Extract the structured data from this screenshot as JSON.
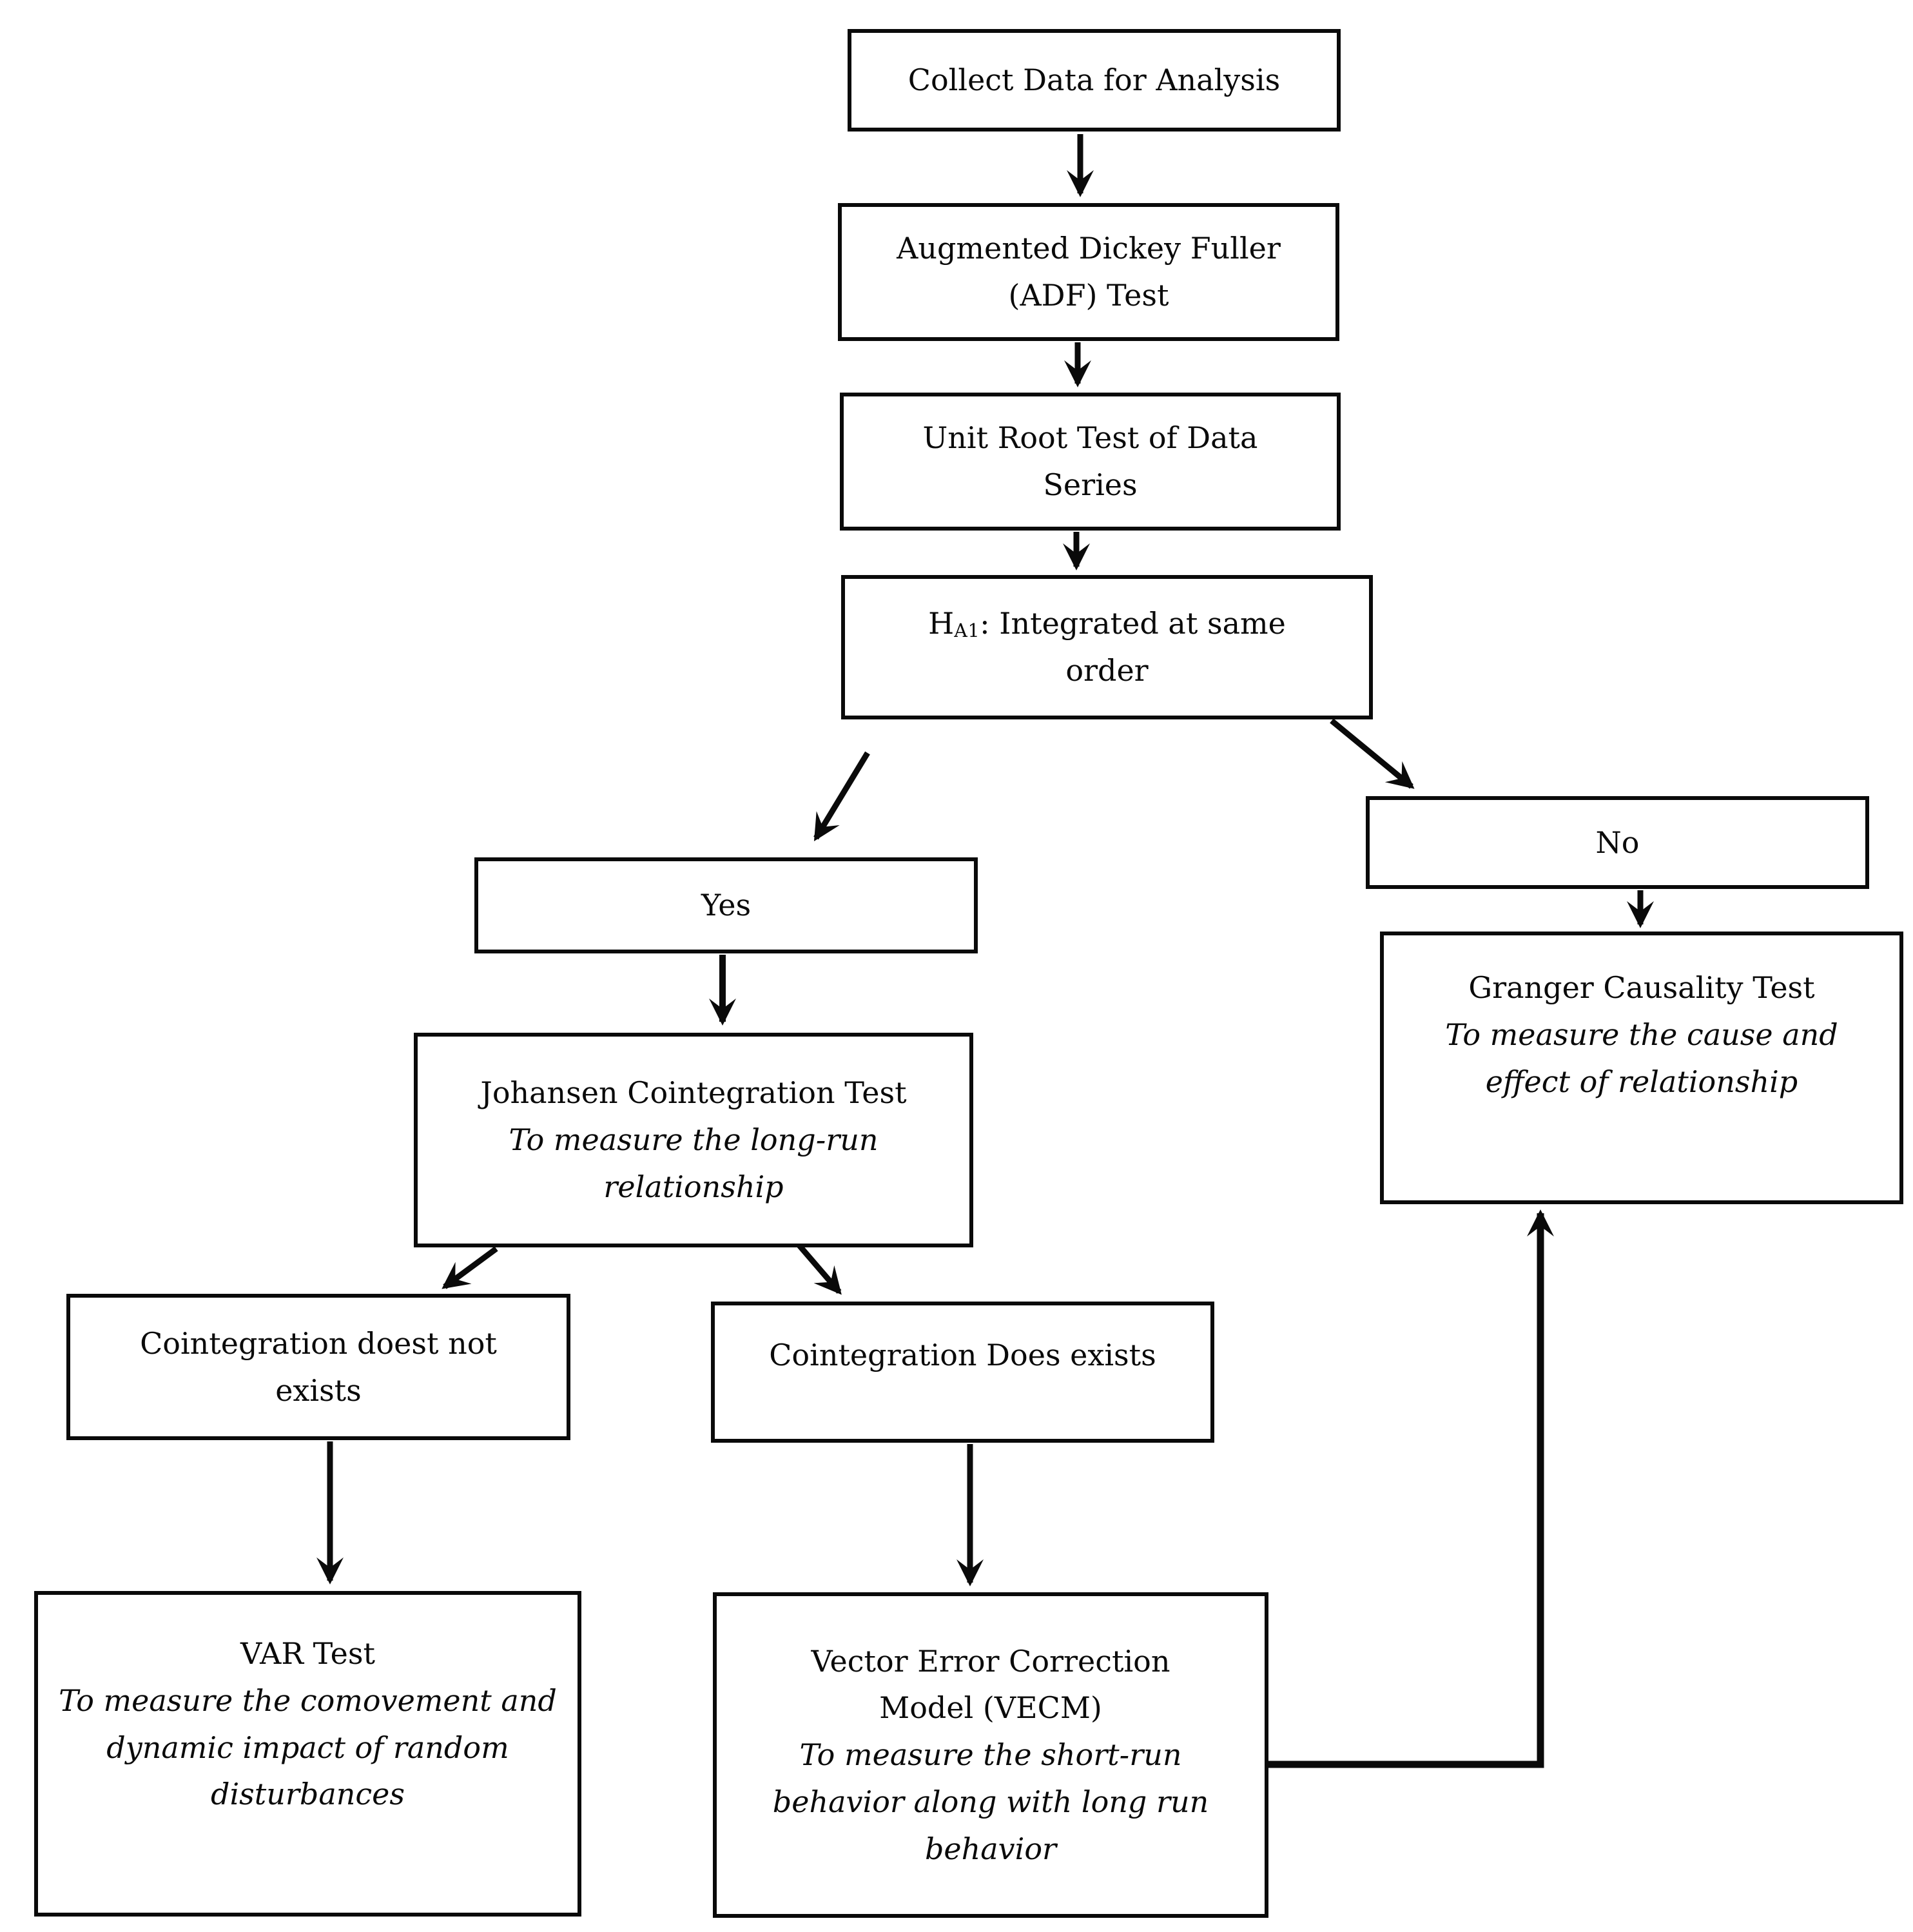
{
  "diagram": {
    "type": "flowchart",
    "colors": {
      "line": "#0a0a0a",
      "box_border": "#0a0a0a",
      "box_bg": "#ffffff"
    },
    "nodes": {
      "collect": {
        "label": "Collect Data for Analysis"
      },
      "adf": {
        "line1": "Augmented Dickey Fuller",
        "line2": "(ADF) Test"
      },
      "unit": {
        "line1": "Unit Root Test of Data",
        "line2": "Series"
      },
      "hypothesis": {
        "h": "H",
        "sub": "A1",
        "rest": ": Integrated at same",
        "line2": "order"
      },
      "yes": {
        "label": "Yes"
      },
      "no": {
        "label": "No"
      },
      "johansen": {
        "title": "Johansen Cointegration Test",
        "desc1": "To measure the long-run",
        "desc2": "relationship"
      },
      "granger": {
        "title": "Granger Causality Test",
        "desc1": "To measure the cause and",
        "desc2": "effect of relationship"
      },
      "coint_not": {
        "line1": "Cointegration doest not",
        "line2": "exists"
      },
      "coint_yes": {
        "label": "Cointegration Does exists"
      },
      "var": {
        "title": "VAR Test",
        "desc1": "To measure the comovement and",
        "desc2": "dynamic impact of random",
        "desc3": "disturbances"
      },
      "vecm": {
        "title1": "Vector Error Correction",
        "title2": "Model (VECM)",
        "desc1": "To measure the short-run",
        "desc2": "behavior along with long run",
        "desc3": "behavior"
      }
    }
  }
}
